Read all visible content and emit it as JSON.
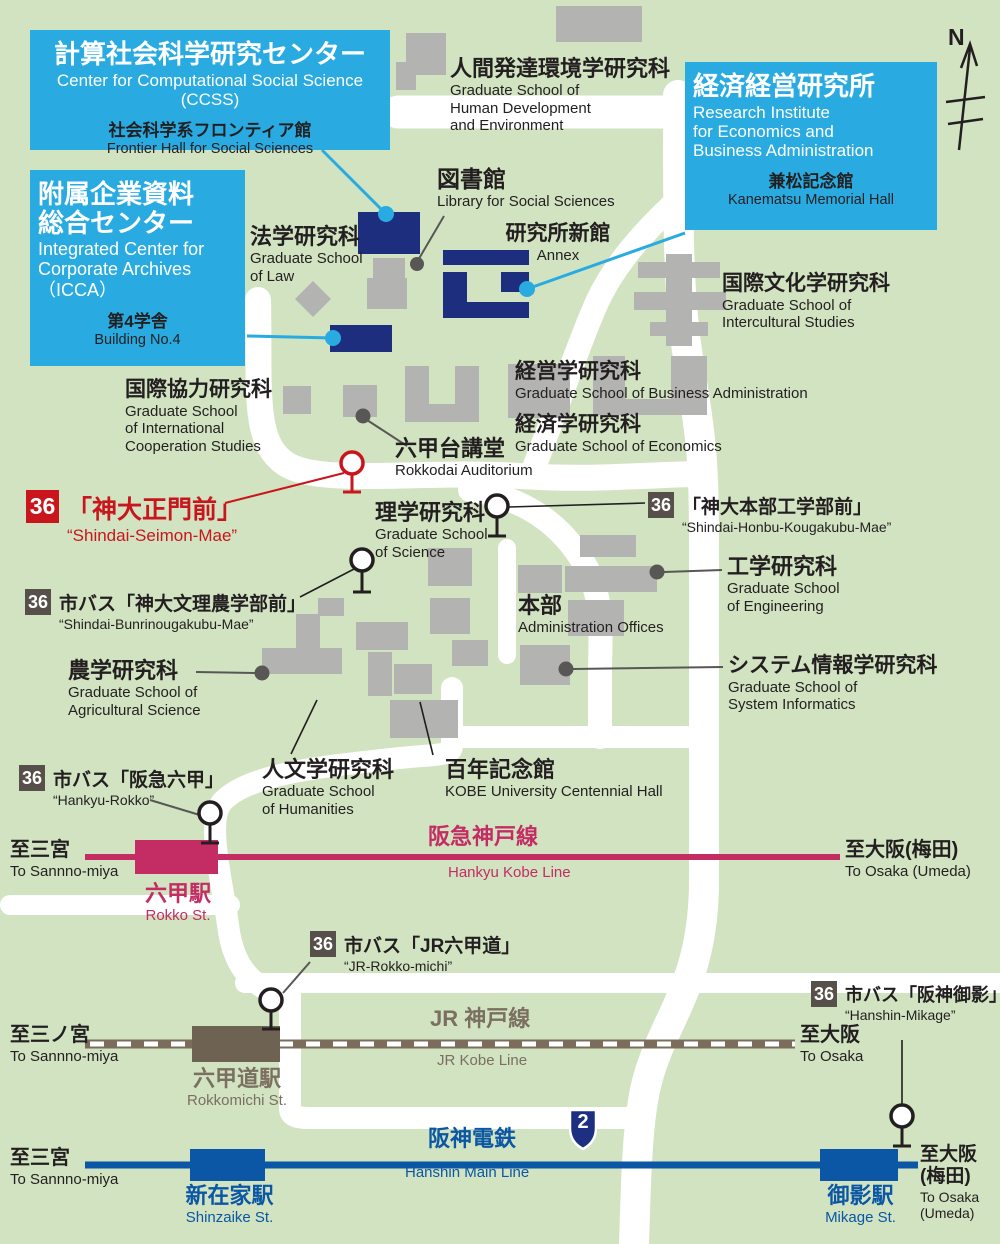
{
  "colors": {
    "background": "#d1e3c1",
    "road": "#ffffff",
    "building_gray": "#b3b3b2",
    "building_navy": "#1e2e7e",
    "box_cyan": "#29abe2",
    "callout_cyan": "#29abe2",
    "callout_gray": "#595755",
    "red": "#c9161d",
    "hankyu": "#c42c64",
    "jr_line": "#7b6c5c",
    "jr_station": "#6e6353",
    "jr_text": "#7b6f60",
    "hanshin": "#0b57a5",
    "shield_navy": "#1c2f80",
    "badge_dark": "#57504a",
    "text_black": "#231f20"
  },
  "compass": {
    "label": "N"
  },
  "route_shield": {
    "number": "2"
  },
  "info_boxes": {
    "ccss": {
      "title_jp": "計算社会科学研究センター",
      "title_en": "Center for Computational Social Science (CCSS)",
      "sub_jp": "社会科学系フロンティア館",
      "sub_en": "Frontier Hall for Social Sciences"
    },
    "icca": {
      "title_jp": "附属企業資料\n総合センター",
      "title_en": "Integrated Center for\nCorporate Archives\n（ICCA）",
      "sub_jp": "第4学舎",
      "sub_en": "Building No.4"
    },
    "rieb": {
      "title_jp": "経済経営研究所",
      "title_en": "Research Institute\nfor Economics and\nBusiness Administration",
      "sub_jp": "兼松記念館",
      "sub_en": "Kanematsu Memorial Hall"
    }
  },
  "facilities": {
    "human_dev": {
      "jp": "人間発達環境学研究科",
      "en": "Graduate School of\nHuman Development\nand Environment"
    },
    "library": {
      "jp": "図書館",
      "en": "Library for Social Sciences"
    },
    "law": {
      "jp": "法学研究科",
      "en": "Graduate School\nof Law"
    },
    "annex": {
      "jp": "研究所新館",
      "en": "Annex"
    },
    "intercultural": {
      "jp": "国際文化学研究科",
      "en": "Graduate School of\nIntercultural Studies"
    },
    "business": {
      "jp": "経営学研究科",
      "en": "Graduate School of Business Administration"
    },
    "economics": {
      "jp": "経済学研究科",
      "en": "Graduate School of Economics"
    },
    "intl_coop": {
      "jp": "国際協力研究科",
      "en": "Graduate School\nof International\nCooperation Studies"
    },
    "rokkodai": {
      "jp": "六甲台講堂",
      "en": "Rokkodai Auditorium"
    },
    "science": {
      "jp": "理学研究科",
      "en": "Graduate School\nof Science"
    },
    "admin": {
      "jp": "本部",
      "en": "Administration Offices"
    },
    "engineering": {
      "jp": "工学研究科",
      "en": "Graduate School\nof Engineering"
    },
    "sysinfo": {
      "jp": "システム情報学研究科",
      "en": "Graduate School of\nSystem Informatics"
    },
    "agriculture": {
      "jp": "農学研究科",
      "en": "Graduate School of\nAgricultural Science"
    },
    "humanities": {
      "jp": "人文学研究科",
      "en": "Graduate School\nof Humanities"
    },
    "centennial": {
      "jp": "百年記念館",
      "en": "KOBE University Centennial Hall"
    }
  },
  "bus_stops": {
    "seimon": {
      "route": "36",
      "jp": "「神大正門前」",
      "en": "“Shindai-Seimon-Mae”"
    },
    "honbu_kogaku": {
      "route": "36",
      "jp": "「神大本部工学部前」",
      "en": "“Shindai-Honbu-Kougakubu-Mae”"
    },
    "bunri": {
      "route": "36",
      "jp": "市バス「神大文理農学部前」",
      "en": "“Shindai-Bunrinougakubu-Mae”"
    },
    "hankyu_rokko": {
      "route": "36",
      "jp": "市バス「阪急六甲」",
      "en": "“Hankyu-Rokko”"
    },
    "jr_rokkomichi": {
      "route": "36",
      "jp": "市バス「JR六甲道」",
      "en": "“JR-Rokko-michi”"
    },
    "hanshin_mikage": {
      "route": "36",
      "jp": "市バス「阪神御影」",
      "en": "“Hanshin-Mikage”"
    }
  },
  "railways": {
    "hankyu": {
      "name_jp": "阪急神戸線",
      "name_en": "Hankyu Kobe Line",
      "west_jp": "至三宮",
      "west_en": "To Sannno-miya",
      "east_jp": "至大阪(梅田)",
      "east_en": "To Osaka (Umeda)",
      "station_jp": "六甲駅",
      "station_en": "Rokko St."
    },
    "jr": {
      "name_jp": "JR 神戸線",
      "name_en": "JR Kobe Line",
      "west_jp": "至三ノ宮",
      "west_en": "To Sannno-miya",
      "east_jp": "至大阪",
      "east_en": "To Osaka",
      "station_jp": "六甲道駅",
      "station_en": "Rokkomichi St."
    },
    "hanshin": {
      "name_jp": "阪神電鉄",
      "name_en": "Hanshin Main Line",
      "west_jp": "至三宮",
      "west_en": "To Sannno-miya",
      "east_jp": "至大阪\n(梅田)",
      "east_en": "To Osaka\n(Umeda)",
      "station1_jp": "新在家駅",
      "station1_en": "Shinzaike St.",
      "station2_jp": "御影駅",
      "station2_en": "Mikage St."
    }
  }
}
